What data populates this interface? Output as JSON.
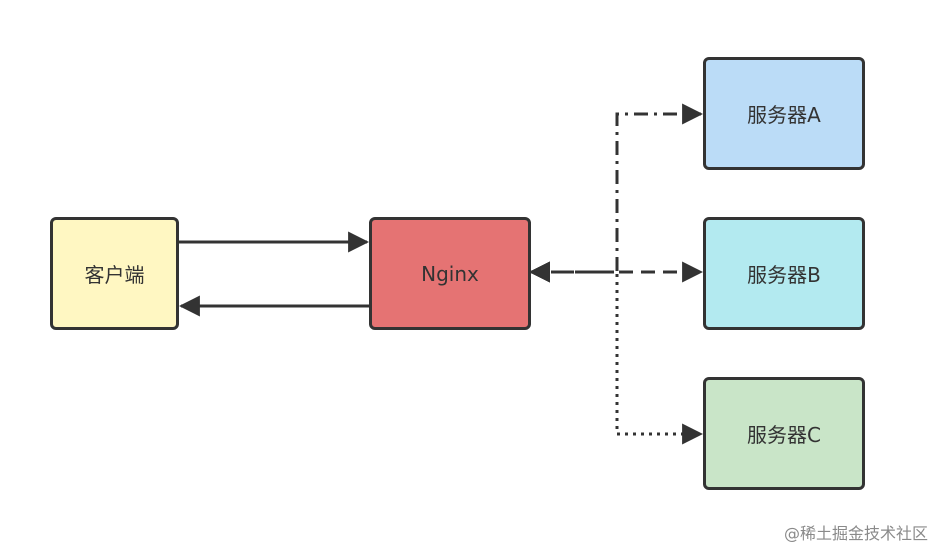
{
  "nodes": {
    "client": {
      "label": "客户端",
      "fill": "#fff7c2"
    },
    "nginx": {
      "label": "Nginx",
      "fill": "#e57373"
    },
    "server_a": {
      "label": "服务器A",
      "fill": "#bbdcf7"
    },
    "server_b": {
      "label": "服务器B",
      "fill": "#b3eaf0"
    },
    "server_c": {
      "label": "服务器C",
      "fill": "#c9e5c8"
    }
  },
  "edges": [
    {
      "from": "client",
      "to": "nginx",
      "style": "solid"
    },
    {
      "from": "nginx",
      "to": "client",
      "style": "solid"
    },
    {
      "from": "nginx",
      "to": "server_a",
      "style": "dash-dot"
    },
    {
      "from": "nginx",
      "to": "server_b",
      "style": "dashed"
    },
    {
      "from": "nginx",
      "to": "server_c",
      "style": "dotted"
    }
  ],
  "colors": {
    "stroke": "#333333",
    "watermark": "#8a8a8a"
  },
  "watermark": "@稀土掘金技术社区"
}
